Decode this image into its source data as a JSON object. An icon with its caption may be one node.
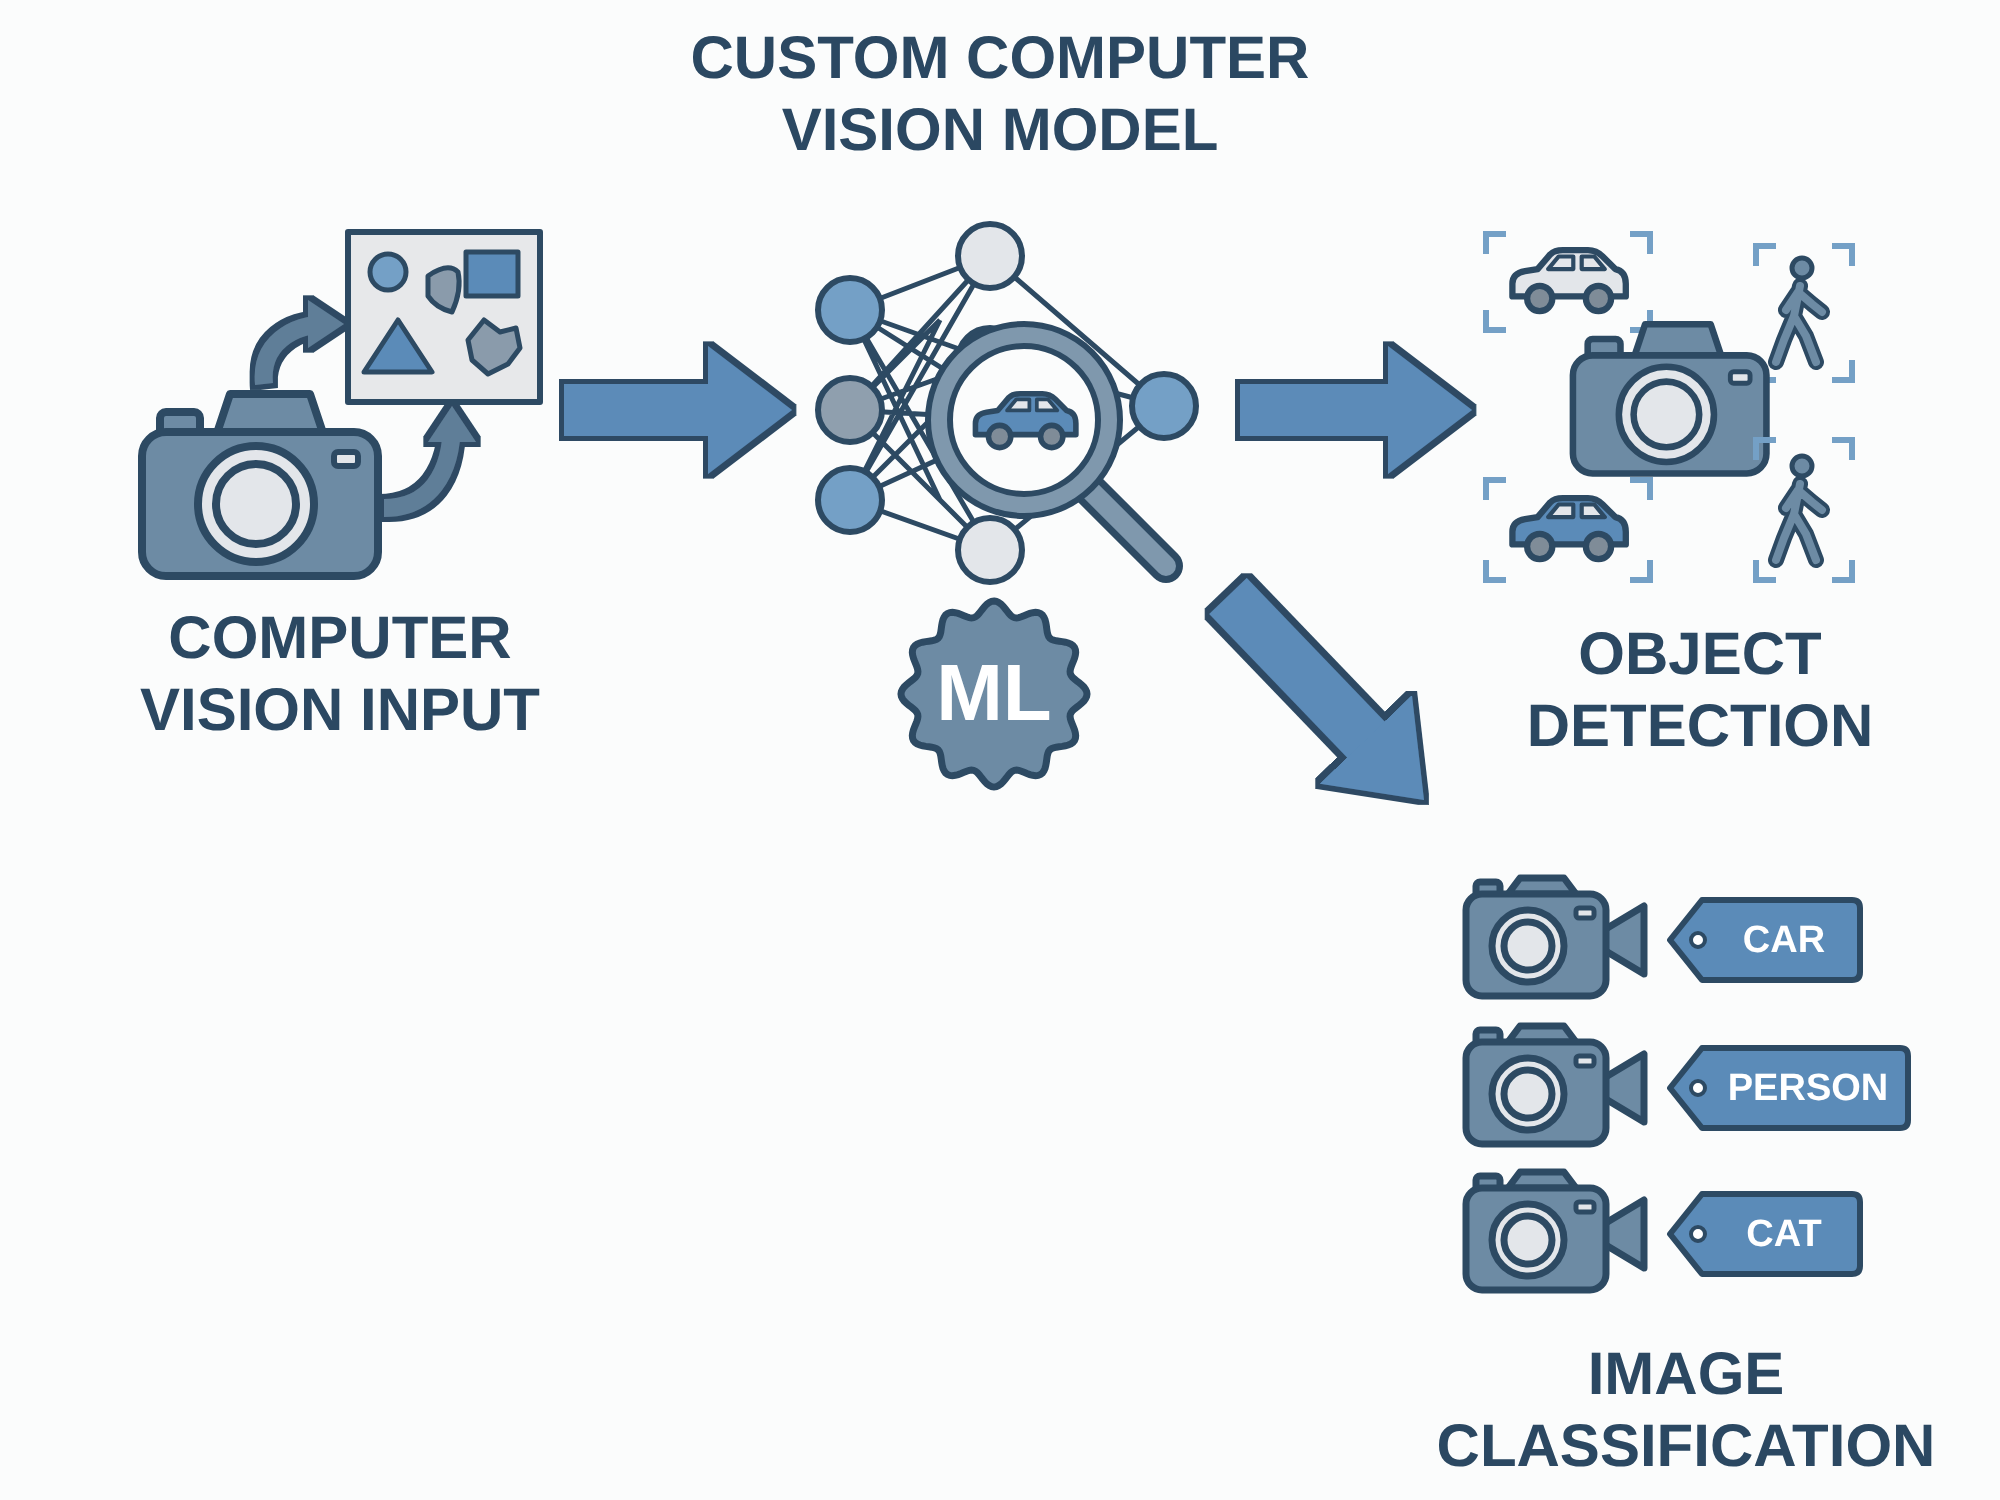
{
  "diagram": {
    "nodes": [
      {
        "text": [
          "COMPUTER VISION INPUT"
        ]
      },
      {
        "text": [],
        "shape": "picture",
        "in": 0
      },
      {
        "text": [],
        "shape": "picture",
        "in": 0
      },
      {
        "text": [],
        "shape": "picture",
        "beside": [
          "CUSTOM COMPUTER VISION MODEL"
        ]
      },
      {
        "text": [
          "ML"
        ]
      },
      {
        "text": [
          "OBJECT DETECTION"
        ]
      },
      {
        "text": [
          "IMAGE CLASSIFICATION"
        ]
      },
      {
        "text": [
          "CAR"
        ],
        "in": 6
      },
      {
        "text": [
          "PERSON"
        ],
        "in": 6
      },
      {
        "text": [
          "CAT"
        ],
        "in": 6
      }
    ],
    "edges": [
      {
        "from": 1,
        "to": 2,
        "arrow": "to"
      },
      {
        "from": 1,
        "to": 2,
        "arrow": "to"
      },
      {
        "from": 0,
        "to": 3,
        "arrow": "to"
      },
      {
        "from": 3,
        "to": 5,
        "arrow": "to"
      },
      {
        "from": 3,
        "to": 6,
        "arrow": "to"
      }
    ]
  }
}
